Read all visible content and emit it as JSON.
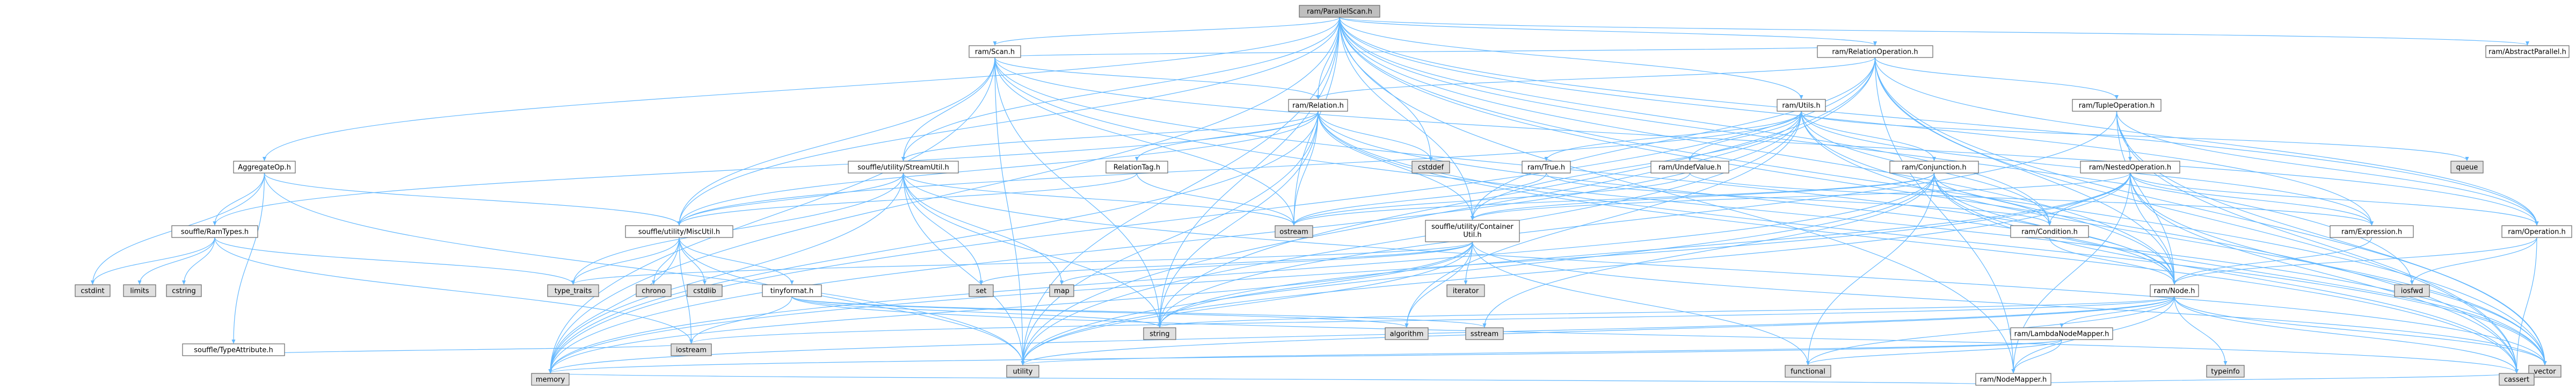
{
  "colors": {
    "root_fill": "#bfbfbf",
    "node_fill": "#ffffff",
    "system_fill": "#e0e0e0",
    "border": "#666666",
    "edge": "#63b8ff"
  },
  "nodes": {
    "root": "ram/ParallelScan.h",
    "scan": "ram/Scan.h",
    "relop": "ram/RelationOperation.h",
    "abspar": "ram/AbstractParallel.h",
    "aggop": "AggregateOp.h",
    "relation": "ram/Relation.h",
    "streamutil": "souffle/utility/StreamUtil.h",
    "utils": "ram/Utils.h",
    "tupleop": "ram/TupleOperation.h",
    "cstddef": "cstddef",
    "reltag": "RelationTag.h",
    "true_h": "ram/True.h",
    "undef": "ram/UndefValue.h",
    "conj": "ram/Conjunction.h",
    "nested": "ram/NestedOperation.h",
    "queue": "queue",
    "ramtypes": "souffle/RamTypes.h",
    "miscutil": "souffle/utility/MiscUtil.h",
    "ostream": "ostream",
    "container": "souffle/utility/Container Util.h",
    "condition": "ram/Condition.h",
    "expression": "ram/Expression.h",
    "operation": "ram/Operation.h",
    "cstdint": "cstdint",
    "limits": "limits",
    "cstring": "cstring",
    "typeattr": "souffle/TypeAttribute.h",
    "type_traits": "type_traits",
    "chrono": "chrono",
    "cstdlib": "cstdlib",
    "tinyformat": "tinyformat.h",
    "set": "set",
    "map": "map",
    "iterator": "iterator",
    "algorithm": "algorithm",
    "sstream": "sstream",
    "string": "string",
    "iosfwd": "iosfwd",
    "node": "ram/Node.h",
    "iostream": "iostream",
    "utility": "utility",
    "lambda": "ram/LambdaNodeMapper.h",
    "functional": "functional",
    "typeinfo": "typeinfo",
    "vector": "vector",
    "memory": "memory",
    "nodemapper": "ram/NodeMapper.h",
    "cassert": "cassert"
  }
}
